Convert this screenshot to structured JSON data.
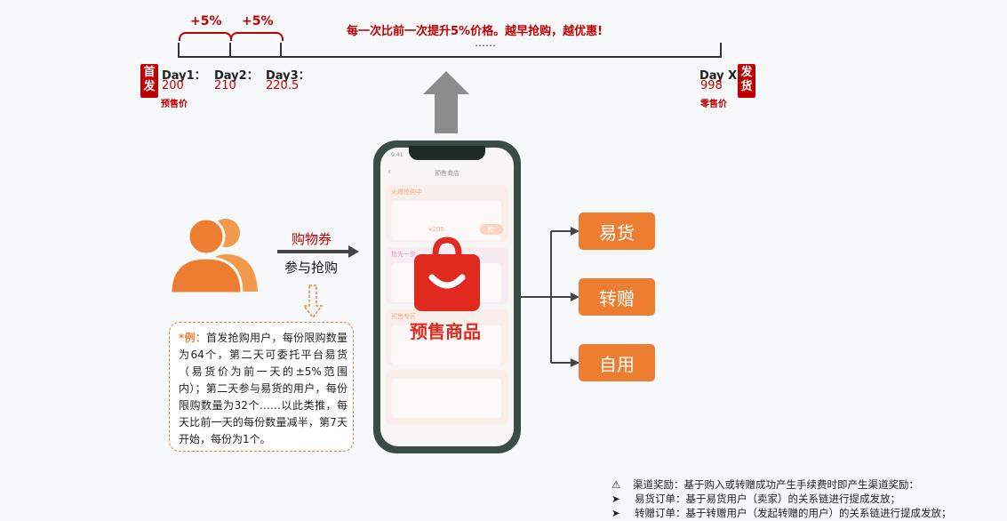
{
  "headline": "每一次比前一次提升5%价格。越早抢购，越优惠!",
  "ellipsis": "……",
  "increments": [
    "+5%",
    "+5%"
  ],
  "launch_tag": "首发",
  "ship_tag": "发货",
  "days": [
    {
      "label": "Day1：",
      "value": "200"
    },
    {
      "label": "Day2：",
      "value": "210"
    },
    {
      "label": "Day3：",
      "value": "220.5"
    },
    {
      "label": "Day X：",
      "value": "998"
    }
  ],
  "presale_price_label": "预售价",
  "retail_price_label": "零售价",
  "arrow_label_top": "购物券",
  "arrow_label_bottom": "参与抢购",
  "example": {
    "prefix": "*例：",
    "text": "首发抢购用户，每份限购数量为64个，第二天可委托平台易货（易货价为前一天的±5%范围内）；第二天参与易货的用户，每份限购数量为32个……以此类推，每天比前一天的每份数量减半，第7天开始，每份为1个。"
  },
  "phone_label": "预售商品",
  "phone_screen": {
    "time": "9:41",
    "title": "预售商店",
    "section1": "火爆抢购中",
    "section2": "抢先一步",
    "section3": "预售专区",
    "price": "¥200",
    "action": "抢·"
  },
  "outputs": [
    "易货",
    "转赠",
    "自用"
  ],
  "notes": [
    {
      "bullet": "⚠",
      "text": "渠道奖励：基于购入或转赠成功产生手续费时即产生渠道奖励："
    },
    {
      "bullet": "➤",
      "text": "易货订单：基于易货用户（卖家）的关系链进行提成发放；"
    },
    {
      "bullet": "➤",
      "text": "转赠订单：基于转赠用户（发起转赠的用户）的关系链进行提成发放；"
    }
  ],
  "colors": {
    "accent": "#ed7d31",
    "red": "#c00000",
    "gray_arrow": "#8c8c8c"
  }
}
